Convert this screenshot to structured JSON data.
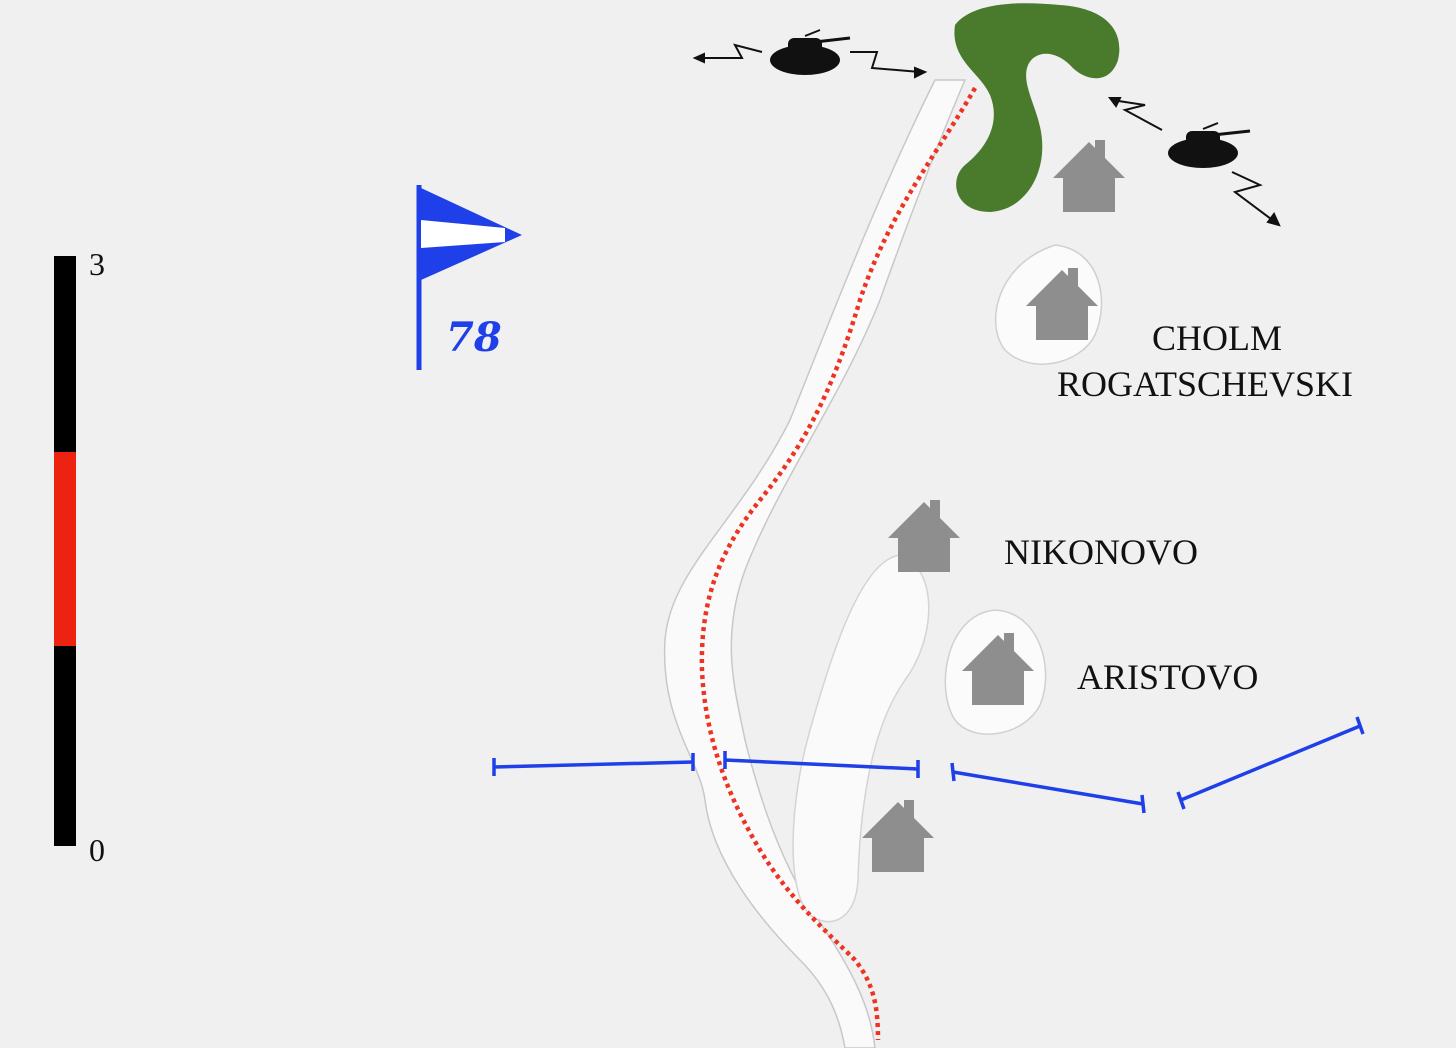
{
  "places": [
    {
      "name": "CHOLM",
      "second_line": "ROGATSCHEVSKI"
    },
    {
      "name": "NIKONOVO"
    },
    {
      "name": "ARISTOVO"
    }
  ],
  "unit_flag": {
    "number": "78",
    "color": "#1f3fe8"
  },
  "scale_bar": {
    "min_label": "0",
    "max_label": "3",
    "colors": [
      "#000000",
      "#ee2211",
      "#000000"
    ]
  },
  "colors": {
    "river": "#fafafa",
    "route": "#ee3322",
    "forest": "#4a7a2c",
    "houses": "#8e8e8e",
    "front_line": "#1f3fe8",
    "tanks": "#111111"
  },
  "icons": [
    "house-icon",
    "tank-icon",
    "lightning-arrow-icon",
    "unit-flag-icon"
  ]
}
